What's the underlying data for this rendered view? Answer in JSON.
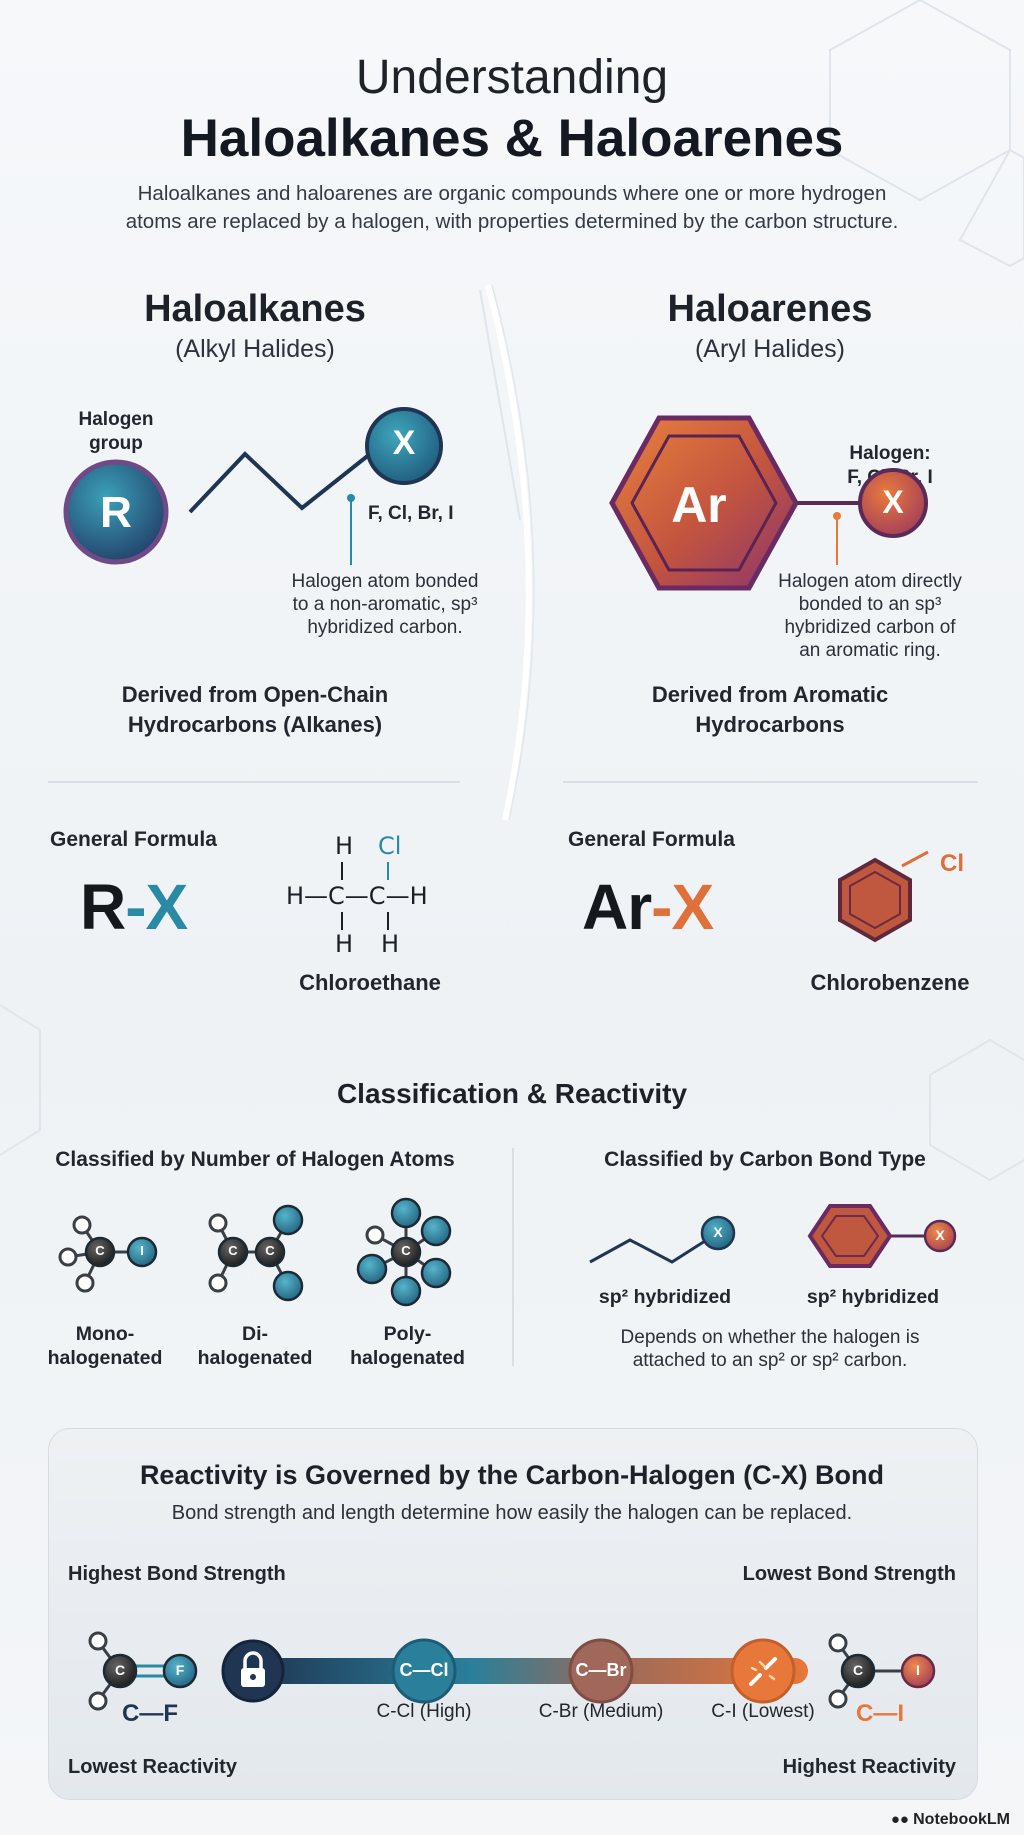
{
  "header": {
    "title_line1": "Understanding",
    "title_line2": "Haloalkanes & Haloarenes",
    "intro_line1": "Haloalkanes and haloarenes are organic compounds where one or more hydrogen",
    "intro_line2": "atoms are replaced by a halogen, with properties determined by the carbon structure."
  },
  "haloalkanes": {
    "title": "Haloalkanes",
    "subtitle": "(Alkyl Halides)",
    "group_label_line1": "Halogen",
    "group_label_line2": "group",
    "r_atom": "R",
    "x_atom": "X",
    "halogens": "F, Cl, Br, I",
    "note_line1": "Halogen atom bonded",
    "note_line2": "to a non-aromatic, sp³",
    "note_line3": "hybridized carbon.",
    "derived_line1": "Derived from Open-Chain",
    "derived_line2": "Hydrocarbons (Alkanes)",
    "formula_label": "General Formula",
    "formula_left": "R",
    "formula_dash": "-",
    "formula_right": "X",
    "example_name": "Chloroethane",
    "structure": {
      "top_h": "H",
      "top_cl": "Cl",
      "row": "H—C—C—H",
      "bottom_h1": "H",
      "bottom_h2": "H"
    }
  },
  "haloarenes": {
    "title": "Haloarenes",
    "subtitle": "(Aryl Halides)",
    "halogen_label": "Halogen:",
    "halogens": "F, Cl, Br, I",
    "ar_atom": "Ar",
    "x_atom": "X",
    "note_line1": "Halogen atom directly",
    "note_line2": "bonded to an sp³",
    "note_line3": "hybridized carbon of",
    "note_line4": "an aromatic ring.",
    "derived_line1": "Derived from Aromatic",
    "derived_line2": "Hydrocarbons",
    "formula_label": "General Formula",
    "formula_left": "Ar",
    "formula_dash": "-",
    "formula_right": "X",
    "example_sub": "Cl",
    "example_name": "Chlorobenzene"
  },
  "classification": {
    "title": "Classification & Reactivity",
    "by_number_title": "Classified by Number of Halogen Atoms",
    "by_bond_title": "Classified by Carbon Bond Type",
    "carbon": "C",
    "halogen": "I",
    "mono_line1": "Mono-",
    "mono_line2": "halogenated",
    "di_line1": "Di-",
    "di_line2": "halogenated",
    "poly_line1": "Poly-",
    "poly_line2": "halogenated",
    "bond_x": "X",
    "sp_left": "sp² hybridized",
    "sp_right": "sp² hybridized",
    "depends_line1": "Depends on whether the halogen is",
    "depends_line2": "attached to an sp² or sp² carbon."
  },
  "reactivity": {
    "title": "Reactivity is Governed by the Carbon-Halogen (C-X) Bond",
    "subtitle": "Bond strength and length determine how easily the halogen can be replaced.",
    "highest_strength": "Highest Bond Strength",
    "lowest_strength": "Lowest Bond Strength",
    "lowest_reactivity": "Lowest Reactivity",
    "highest_reactivity": "Highest Reactivity",
    "cf_c": "C",
    "cf_f": "F",
    "cf_label": "C—F",
    "ccl_node": "C—Cl",
    "ccl_label": "C-Cl (High)",
    "cbr_node": "C—Br",
    "cbr_label": "C-Br (Medium)",
    "ci_label": "C-I (Lowest)",
    "ci_c": "C",
    "ci_i": "I",
    "ci_big": "C—I"
  },
  "brand": "NotebookLM",
  "colors": {
    "teal": "#2a8aa6",
    "navy": "#1f3552",
    "purple": "#7c3a78",
    "orange": "#e8773a",
    "brown": "#a0533f"
  }
}
